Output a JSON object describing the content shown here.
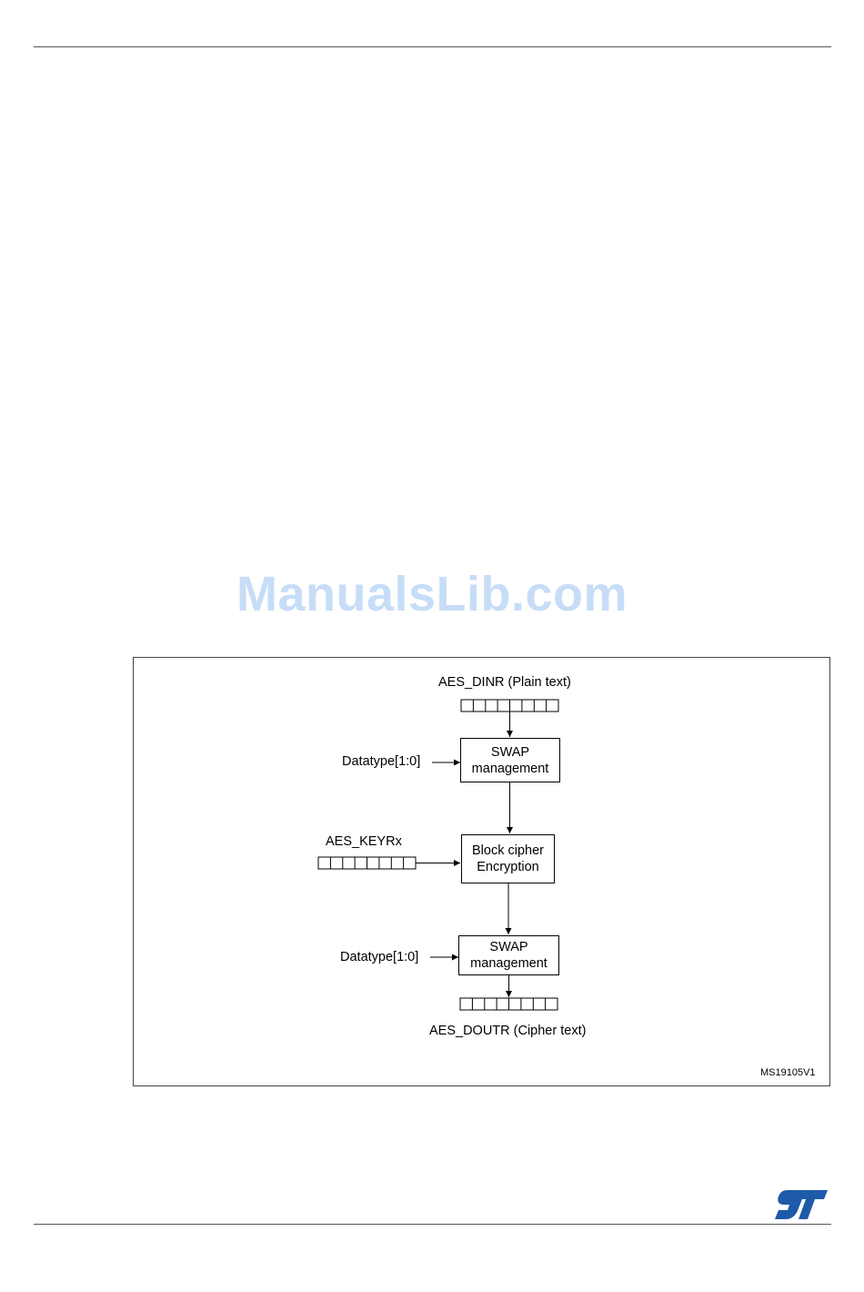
{
  "watermark": "ManualsLib.com",
  "figure": {
    "input_label": "AES_DINR (Plain text)",
    "output_label": "AES_DOUTR (Cipher text)",
    "key_label": "AES_KEYRx",
    "datatype_label_top": "Datatype[1:0]",
    "datatype_label_bottom": "Datatype[1:0]",
    "swap_top": {
      "line1": "SWAP",
      "line2": "management"
    },
    "cipher": {
      "line1": "Block cipher",
      "line2": "Encryption"
    },
    "swap_bottom": {
      "line1": "SWAP",
      "line2": "management"
    },
    "figure_code": "MS19105V1"
  },
  "logo": {
    "name": "st-logo-icon",
    "text": "ST",
    "color": "#1e5aa8"
  }
}
